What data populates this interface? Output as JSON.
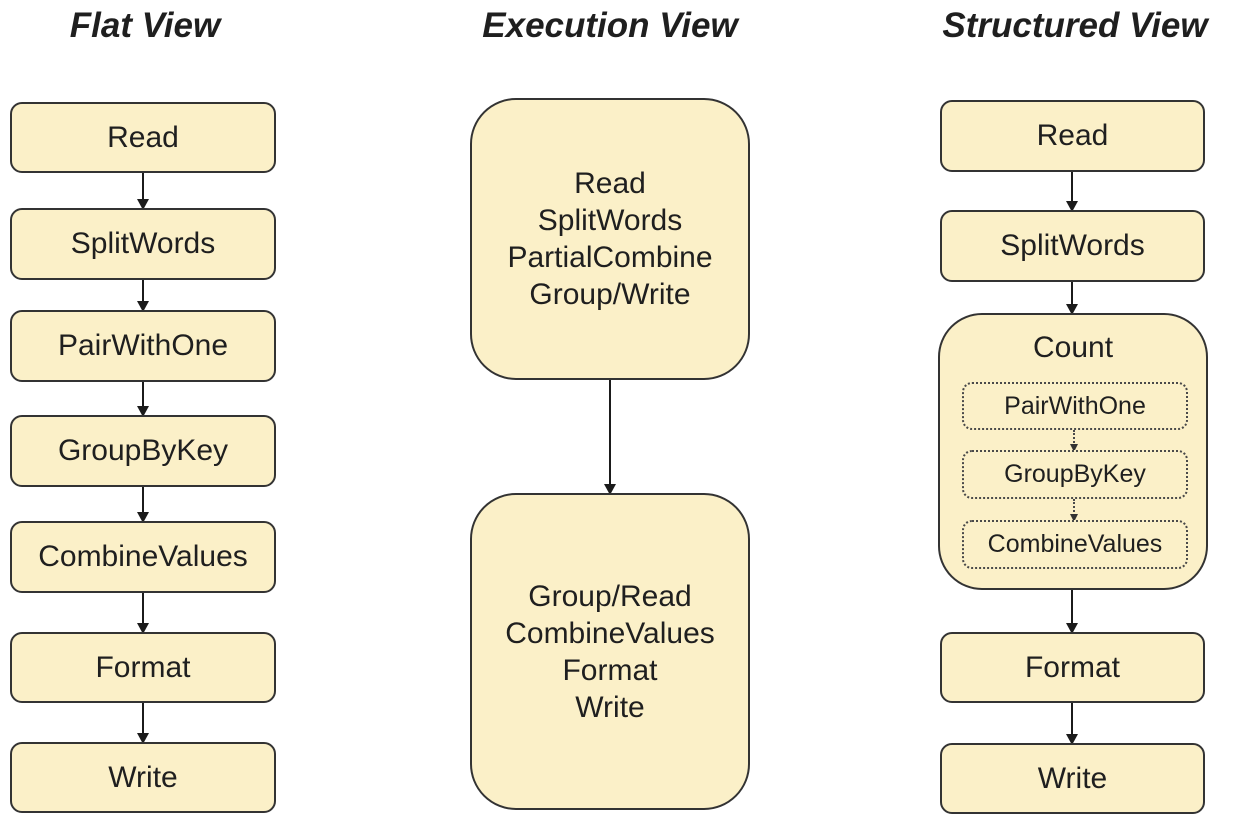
{
  "diagram": {
    "flat": {
      "title": "Flat View",
      "nodes": [
        "Read",
        "SplitWords",
        "PairWithOne",
        "GroupByKey",
        "CombineValues",
        "Format",
        "Write"
      ]
    },
    "execution": {
      "title": "Execution View",
      "stage1_lines": [
        "Read",
        "SplitWords",
        "PartialCombine",
        "Group/Write"
      ],
      "stage2_lines": [
        "Group/Read",
        "CombineValues",
        "Format",
        "Write"
      ]
    },
    "structured": {
      "title": "Structured View",
      "node_read": "Read",
      "node_splitwords": "SplitWords",
      "composite_label": "Count",
      "composite_children": [
        "PairWithOne",
        "GroupByKey",
        "CombineValues"
      ],
      "node_format": "Format",
      "node_write": "Write"
    }
  },
  "colors": {
    "node_fill": "#FBF0C8",
    "node_border": "#333333",
    "text": "#1F1F1F",
    "background": "#FFFFFF"
  }
}
